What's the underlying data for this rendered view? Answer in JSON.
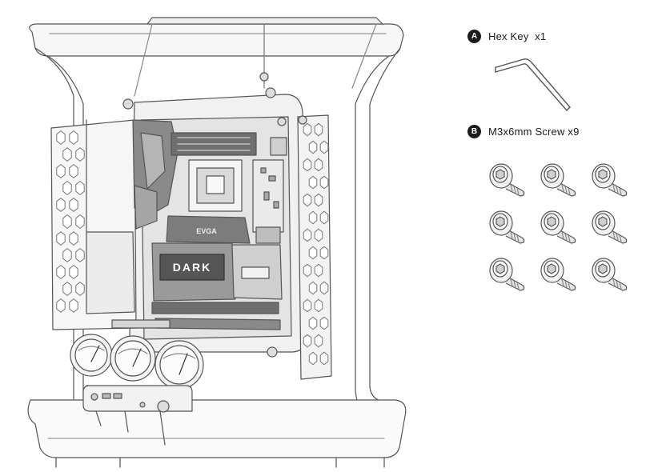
{
  "parts": [
    {
      "letter": "A",
      "name": "Hex Key",
      "quantity": "x1"
    },
    {
      "letter": "B",
      "name": "M3x6mm Screw",
      "quantity": "x9"
    }
  ],
  "case_illustration": {
    "motherboard_branding": "DARK",
    "board_vendor": "EVGA"
  },
  "screws": {
    "rows": 3,
    "columns": 3
  },
  "colors": {
    "line": "#555555",
    "fill_light": "#f3f3f3",
    "fill_mid": "#cfcfcf",
    "fill_dark": "#8a8a8a",
    "badge": "#1c1c1c"
  }
}
